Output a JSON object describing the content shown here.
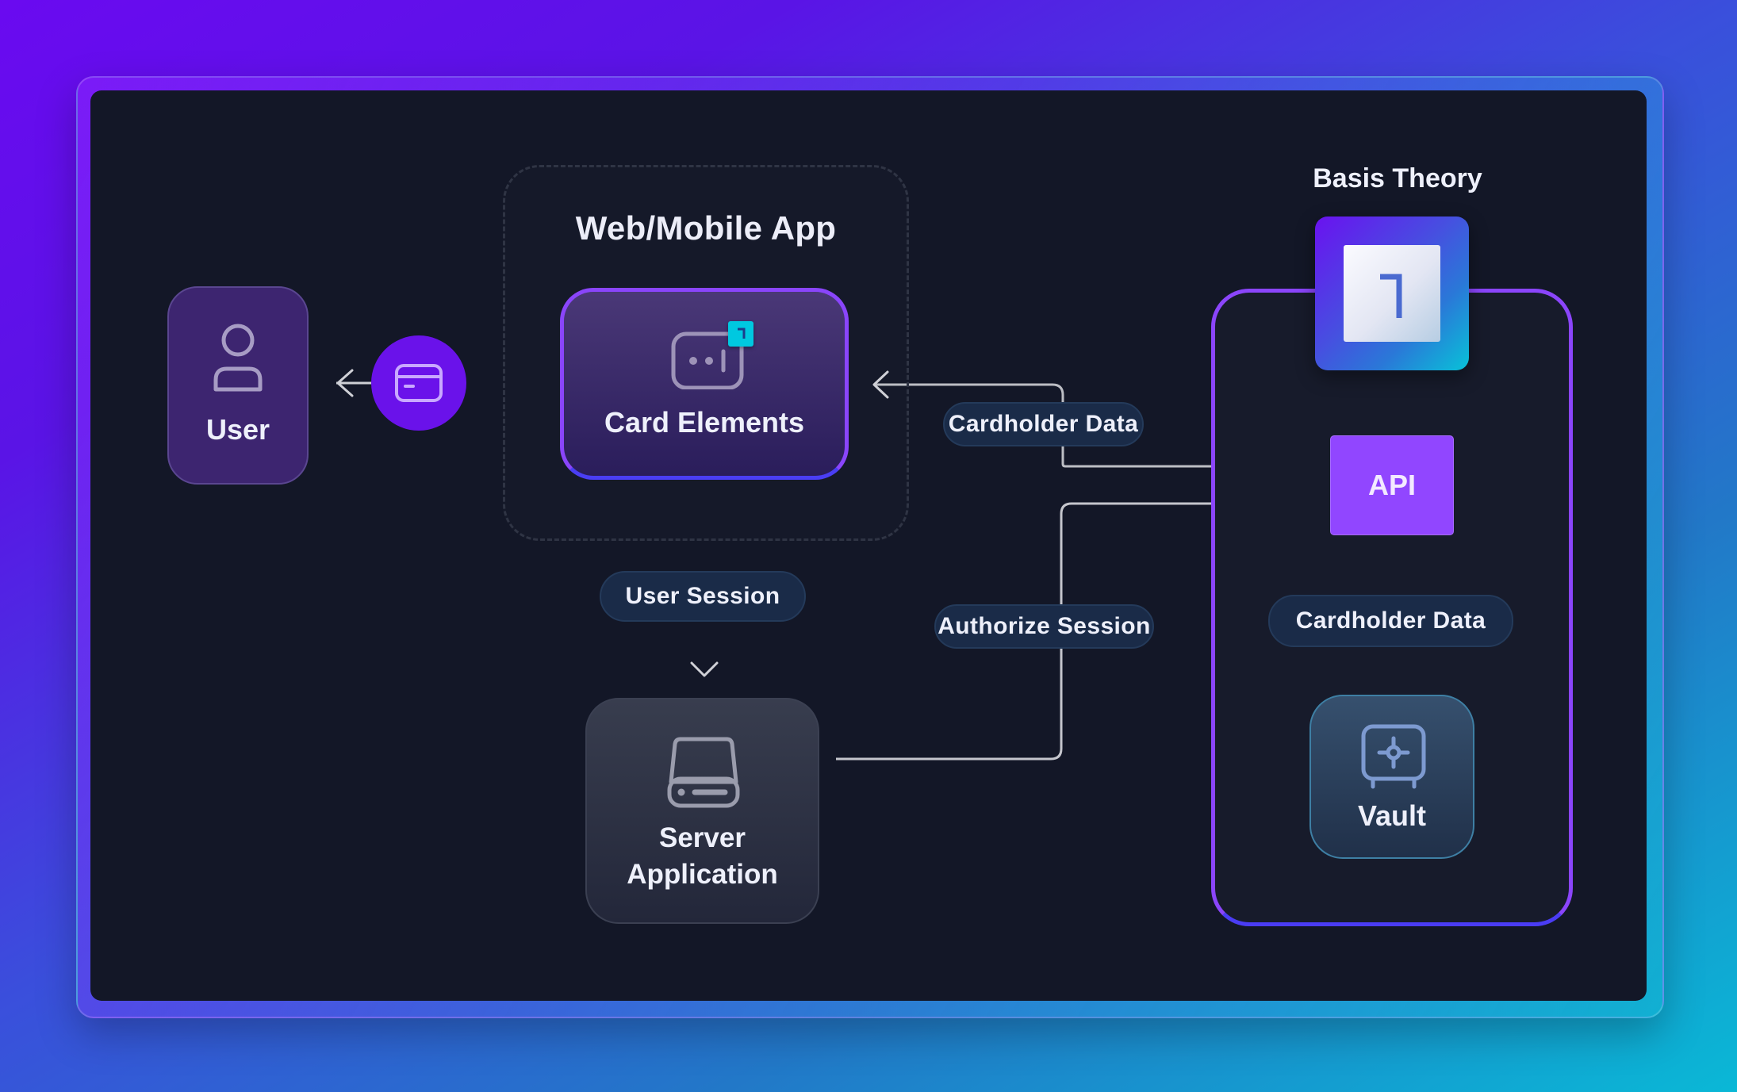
{
  "diagram": {
    "groups": {
      "web_mobile_app": {
        "title": "Web/Mobile App"
      },
      "basis_theory": {
        "title": "Basis Theory",
        "logo_icon": "basis-theory-logo"
      }
    },
    "nodes": {
      "user": {
        "label": "User",
        "icon": "user-icon"
      },
      "card_token": {
        "icon": "credit-card-icon"
      },
      "card_elements": {
        "label": "Card Elements",
        "icon": "input-field-icon",
        "badge_icon": "basis-theory-badge"
      },
      "server": {
        "label_line1": "Server",
        "label_line2": "Application",
        "icon": "server-drive-icon"
      },
      "api": {
        "label": "API"
      },
      "vault": {
        "label": "Vault",
        "icon": "safe-icon"
      }
    },
    "edges": [
      {
        "from": "card_elements",
        "to": "user",
        "label": ""
      },
      {
        "from": "card_elements",
        "to": "server",
        "label": "User Session"
      },
      {
        "from": "api",
        "to": "card_elements",
        "label": "Cardholder Data"
      },
      {
        "from": "server",
        "to": "api",
        "label": "Authorize Session"
      },
      {
        "from": "vault",
        "to": "api",
        "label": "Cardholder Data"
      }
    ],
    "colors": {
      "panel_bg": "#131727",
      "accent_purple": "#8b45fb",
      "accent_indigo": "#4a3cf4",
      "api_fill": "#9146ff",
      "pill_bg": "#1a2b48",
      "badge_cyan": "#00c8e0"
    }
  }
}
